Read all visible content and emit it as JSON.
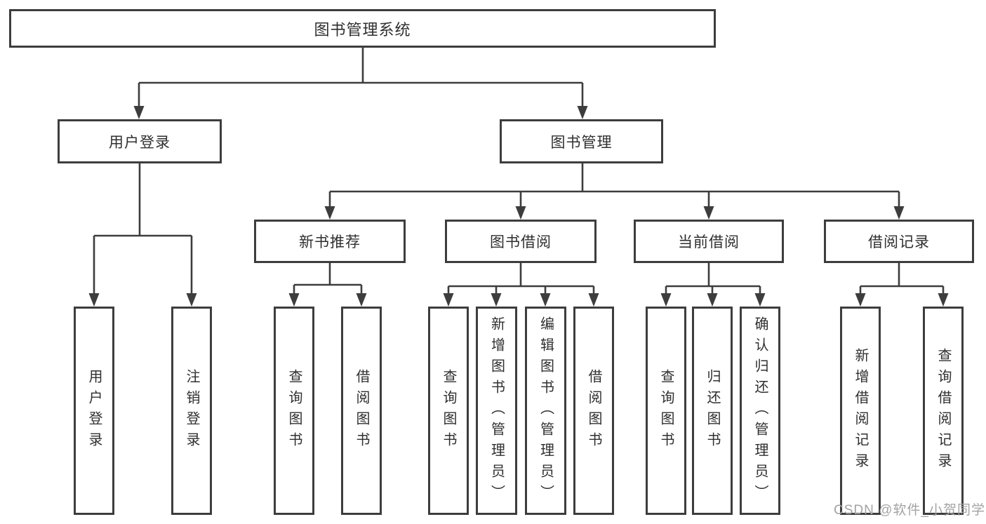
{
  "tree": {
    "root": {
      "label": "图书管理系统",
      "children": [
        {
          "label": "用户登录",
          "children": [
            {
              "label": "用户登录"
            },
            {
              "label": "注销登录"
            }
          ]
        },
        {
          "label": "图书管理",
          "children": [
            {
              "label": "新书推荐",
              "children": [
                {
                  "label": "查询图书"
                },
                {
                  "label": "借阅图书"
                }
              ]
            },
            {
              "label": "图书借阅",
              "children": [
                {
                  "label": "查询图书"
                },
                {
                  "label": "新增图书（管理员）"
                },
                {
                  "label": "编辑图书（管理员）"
                },
                {
                  "label": "借阅图书"
                }
              ]
            },
            {
              "label": "当前借阅",
              "children": [
                {
                  "label": "查询图书"
                },
                {
                  "label": "归还图书"
                },
                {
                  "label": "确认归还（管理员）"
                }
              ]
            },
            {
              "label": "借阅记录",
              "children": [
                {
                  "label": "新增借阅记录"
                },
                {
                  "label": "查询借阅记录"
                }
              ]
            }
          ]
        }
      ]
    }
  },
  "watermark": {
    "text": "CSDN @软件_小贺同学"
  },
  "colors": {
    "line": "#3d3d3d",
    "border": "#3d3d3d",
    "text": "#2f2f2f",
    "watermark": "#a3a3a3",
    "background": "#ffffff"
  }
}
